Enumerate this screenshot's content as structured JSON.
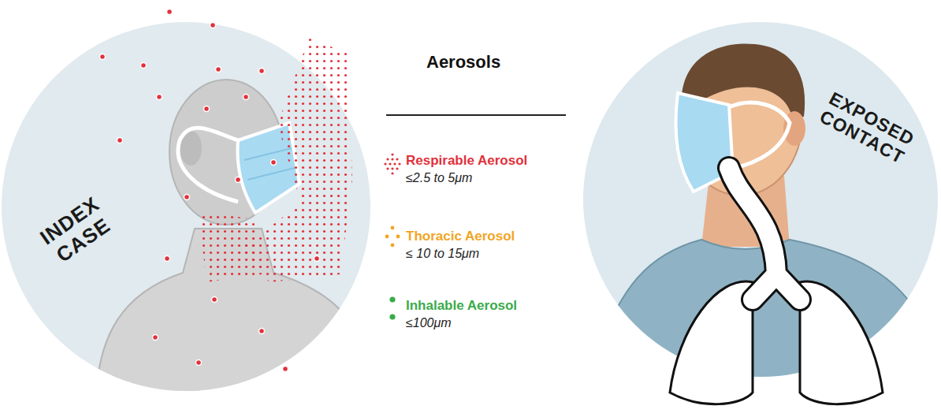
{
  "diagram": {
    "title": "Aerosols",
    "nodes": [
      {
        "text": [
          "INDEX CASE"
        ]
      },
      {
        "text": [
          "EXPOSED CONTACT"
        ]
      }
    ],
    "labels": [
      "≤2.5 to 5μm",
      "≤ 10 to 15μm",
      "≤100μm"
    ],
    "legend": [
      {
        "text": "Respirable Aerosol",
        "color": "#e2313b"
      },
      {
        "text": "Thoracic Aerosol",
        "color": "#f2a524"
      },
      {
        "text": "Inhalable Aerosol",
        "color": "#3aab4a"
      }
    ]
  }
}
